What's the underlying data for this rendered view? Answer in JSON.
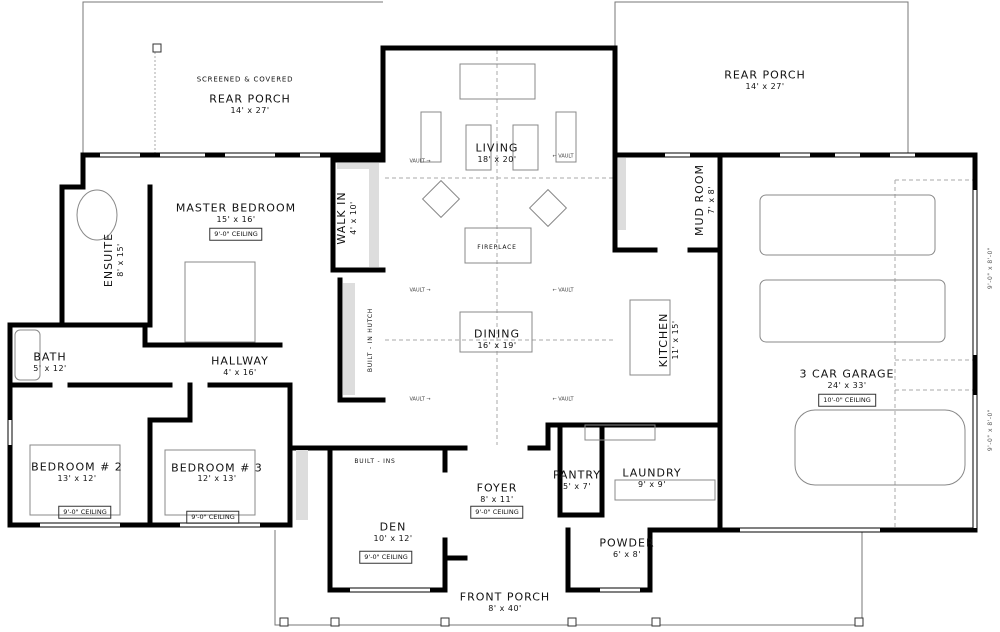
{
  "rooms": {
    "screened_porch": {
      "note": "SCREENED & COVERED",
      "name": "REAR PORCH",
      "dims": "14' x 27'"
    },
    "rear_porch": {
      "name": "REAR PORCH",
      "dims": "14' x 27'"
    },
    "living": {
      "name": "LIVING",
      "dims": "18' x 20'"
    },
    "master_bedroom": {
      "name": "MASTER BEDROOM",
      "dims": "15' x 16'",
      "ceiling": "9'-0\" CEILING"
    },
    "walk_in": {
      "name": "WALK IN",
      "dims": "4' x 10'"
    },
    "ensuite": {
      "name": "ENSUITE",
      "dims": "8' x 15'"
    },
    "fireplace": {
      "name": "FIREPLACE"
    },
    "dining": {
      "name": "DINING",
      "dims": "16' x 19'"
    },
    "hutch": {
      "name": "BUILT - IN HUTCH"
    },
    "kitchen": {
      "name": "KITCHEN",
      "dims": "11' x 15'"
    },
    "mud_room": {
      "name": "MUD ROOM",
      "dims": "7' x 8'"
    },
    "garage": {
      "name": "3 CAR GARAGE",
      "dims": "24' x 33'",
      "ceiling": "10'-0\" CEILING"
    },
    "bath": {
      "name": "BATH",
      "dims": "5' x 12'"
    },
    "hallway": {
      "name": "HALLWAY",
      "dims": "4' x 16'"
    },
    "bedroom2": {
      "name": "BEDROOM # 2",
      "dims": "13' x 12'",
      "ceiling": "9'-0\" CEILING"
    },
    "bedroom3": {
      "name": "BEDROOM # 3",
      "dims": "12' x 13'",
      "ceiling": "9'-0\" CEILING"
    },
    "builtins": {
      "name": "BUILT - INS"
    },
    "den": {
      "name": "DEN",
      "dims": "10' x 12'",
      "ceiling": "9'-0\" CEILING"
    },
    "foyer": {
      "name": "FOYER",
      "dims": "8' x 11'",
      "ceiling": "9'-0\" CEILING"
    },
    "pantry": {
      "name": "PANTRY",
      "dims": "5' x 7'"
    },
    "laundry": {
      "name": "LAUNDRY",
      "dims": "9' x 9'"
    },
    "powder": {
      "name": "POWDER",
      "dims": "6' x 8'"
    },
    "front_porch": {
      "name": "FRONT PORCH",
      "dims": "8' x 40'"
    }
  },
  "vault_label": "VAULT",
  "garage_doors": [
    "9'-0\" x 8'-0\"",
    "9'-0\" x 8'-0\""
  ]
}
